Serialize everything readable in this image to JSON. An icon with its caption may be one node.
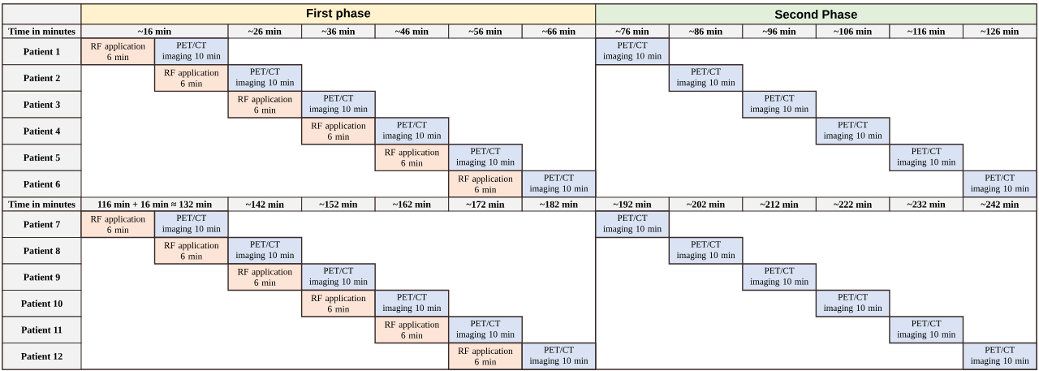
{
  "diagram": {
    "nodes": [
      {
        "text": [],
        "shape": "box"
      },
      {
        "text": [
          "First phase"
        ]
      },
      {
        "text": [
          "Second Phase"
        ]
      },
      {
        "text": [
          "Time in minutes"
        ]
      },
      {
        "text": [
          "~16 min"
        ]
      },
      {
        "text": [
          "~26 min"
        ]
      },
      {
        "text": [
          "~36 min"
        ]
      },
      {
        "text": [
          "~46 min"
        ]
      },
      {
        "text": [
          "~56 min"
        ]
      },
      {
        "text": [
          "~66 min"
        ]
      },
      {
        "text": [
          "~76 min"
        ]
      },
      {
        "text": [
          "~86 min"
        ]
      },
      {
        "text": [
          "~96 min"
        ]
      },
      {
        "text": [
          "~106 min"
        ]
      },
      {
        "text": [
          "~116 min"
        ]
      },
      {
        "text": [
          "~126 min"
        ]
      },
      {
        "text": [
          "Patient 1"
        ]
      },
      {
        "text": [
          "RF application 6 min"
        ]
      },
      {
        "text": [
          "PET/CT imaging 10 min"
        ]
      },
      {
        "text": [
          "PET/CT imaging 10 min"
        ]
      },
      {
        "text": [
          "Patient 2"
        ]
      },
      {
        "text": [
          "RF application 6 min"
        ]
      },
      {
        "text": [
          "PET/CT imaging 10 min"
        ]
      },
      {
        "text": [
          "PET/CT imaging 10 min"
        ]
      },
      {
        "text": [
          "Patient 3"
        ]
      },
      {
        "text": [
          "RF application 6 min"
        ]
      },
      {
        "text": [
          "PET/CT imaging 10 min"
        ]
      },
      {
        "text": [
          "PET/CT imaging 10 min"
        ]
      },
      {
        "text": [
          "Patient 4"
        ]
      },
      {
        "text": [
          "RF application 6 min"
        ]
      },
      {
        "text": [
          "PET/CT imaging 10 min"
        ]
      },
      {
        "text": [
          "PET/CT imaging 10 min"
        ]
      },
      {
        "text": [
          "Patient 5"
        ]
      },
      {
        "text": [
          "RF application 6 min"
        ]
      },
      {
        "text": [
          "PET/CT imaging 10 min"
        ]
      },
      {
        "text": [
          "PET/CT imaging 10 min"
        ]
      },
      {
        "text": [
          "Patient 6"
        ]
      },
      {
        "text": [
          "RF application 6 min"
        ]
      },
      {
        "text": [
          "PET/CT imaging 10 min"
        ]
      },
      {
        "text": [
          "PET/CT imaging 10 min"
        ]
      },
      {
        "text": [
          "Time in minutes"
        ]
      },
      {
        "text": [
          "116 min + 16 min ≈ 132 min"
        ]
      },
      {
        "text": [
          "~142 min"
        ]
      },
      {
        "text": [
          "~152 min"
        ]
      },
      {
        "text": [
          "~162 min"
        ]
      },
      {
        "text": [
          "~172 min"
        ]
      },
      {
        "text": [
          "~182 min"
        ]
      },
      {
        "text": [
          "~192 min"
        ]
      },
      {
        "text": [
          "~202 min"
        ]
      },
      {
        "text": [
          "~212 min"
        ]
      },
      {
        "text": [
          "~222 min"
        ]
      },
      {
        "text": [
          "~232 min"
        ]
      },
      {
        "text": [
          "~242 min"
        ]
      },
      {
        "text": [
          "Patient 7"
        ]
      },
      {
        "text": [
          "RF application 6 min"
        ]
      },
      {
        "text": [
          "PET/CT imaging 10 min"
        ]
      },
      {
        "text": [
          "PET/CT imaging 10 min"
        ]
      },
      {
        "text": [
          "Patient 8"
        ]
      },
      {
        "text": [
          "RF application 6 min"
        ]
      },
      {
        "text": [
          "PET/CT imaging 10 min"
        ]
      },
      {
        "text": [
          "PET/CT imaging 10 min"
        ]
      },
      {
        "text": [
          "Patient 9"
        ]
      },
      {
        "text": [
          "RF application 6 min"
        ]
      },
      {
        "text": [
          "PET/CT imaging 10 min"
        ]
      },
      {
        "text": [
          "PET/CT imaging 10 min"
        ]
      },
      {
        "text": [
          "Patient 10"
        ]
      },
      {
        "text": [
          "RF application 6 min"
        ]
      },
      {
        "text": [
          "PET/CT imaging 10 min"
        ]
      },
      {
        "text": [
          "PET/CT imaging 10 min"
        ]
      },
      {
        "text": [
          "Patient 11"
        ]
      },
      {
        "text": [
          "RF application 6 min"
        ]
      },
      {
        "text": [
          "PET/CT imaging 10 min"
        ]
      },
      {
        "text": [
          "PET/CT imaging 10 min"
        ]
      },
      {
        "text": [
          "Patient 12"
        ]
      },
      {
        "text": [
          "RF application 6 min"
        ]
      },
      {
        "text": [
          "PET/CT imaging 10 min"
        ]
      },
      {
        "text": [
          "PET/CT imaging 10 min"
        ]
      }
    ]
  }
}
